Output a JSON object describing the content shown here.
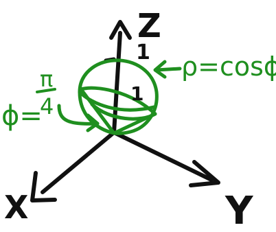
{
  "labels": {
    "z_axis": "Z",
    "x_axis": "X",
    "y_axis": "Y",
    "z_tick": "1",
    "inner_tick": "1",
    "phi_label": "ϕ=",
    "phi_numerator": "π",
    "phi_denominator": "4",
    "rho_label": "ρ=cosϕ"
  },
  "colors": {
    "axes": "#111111",
    "sketch": "#1f8f1f",
    "background": "#ffffff"
  }
}
